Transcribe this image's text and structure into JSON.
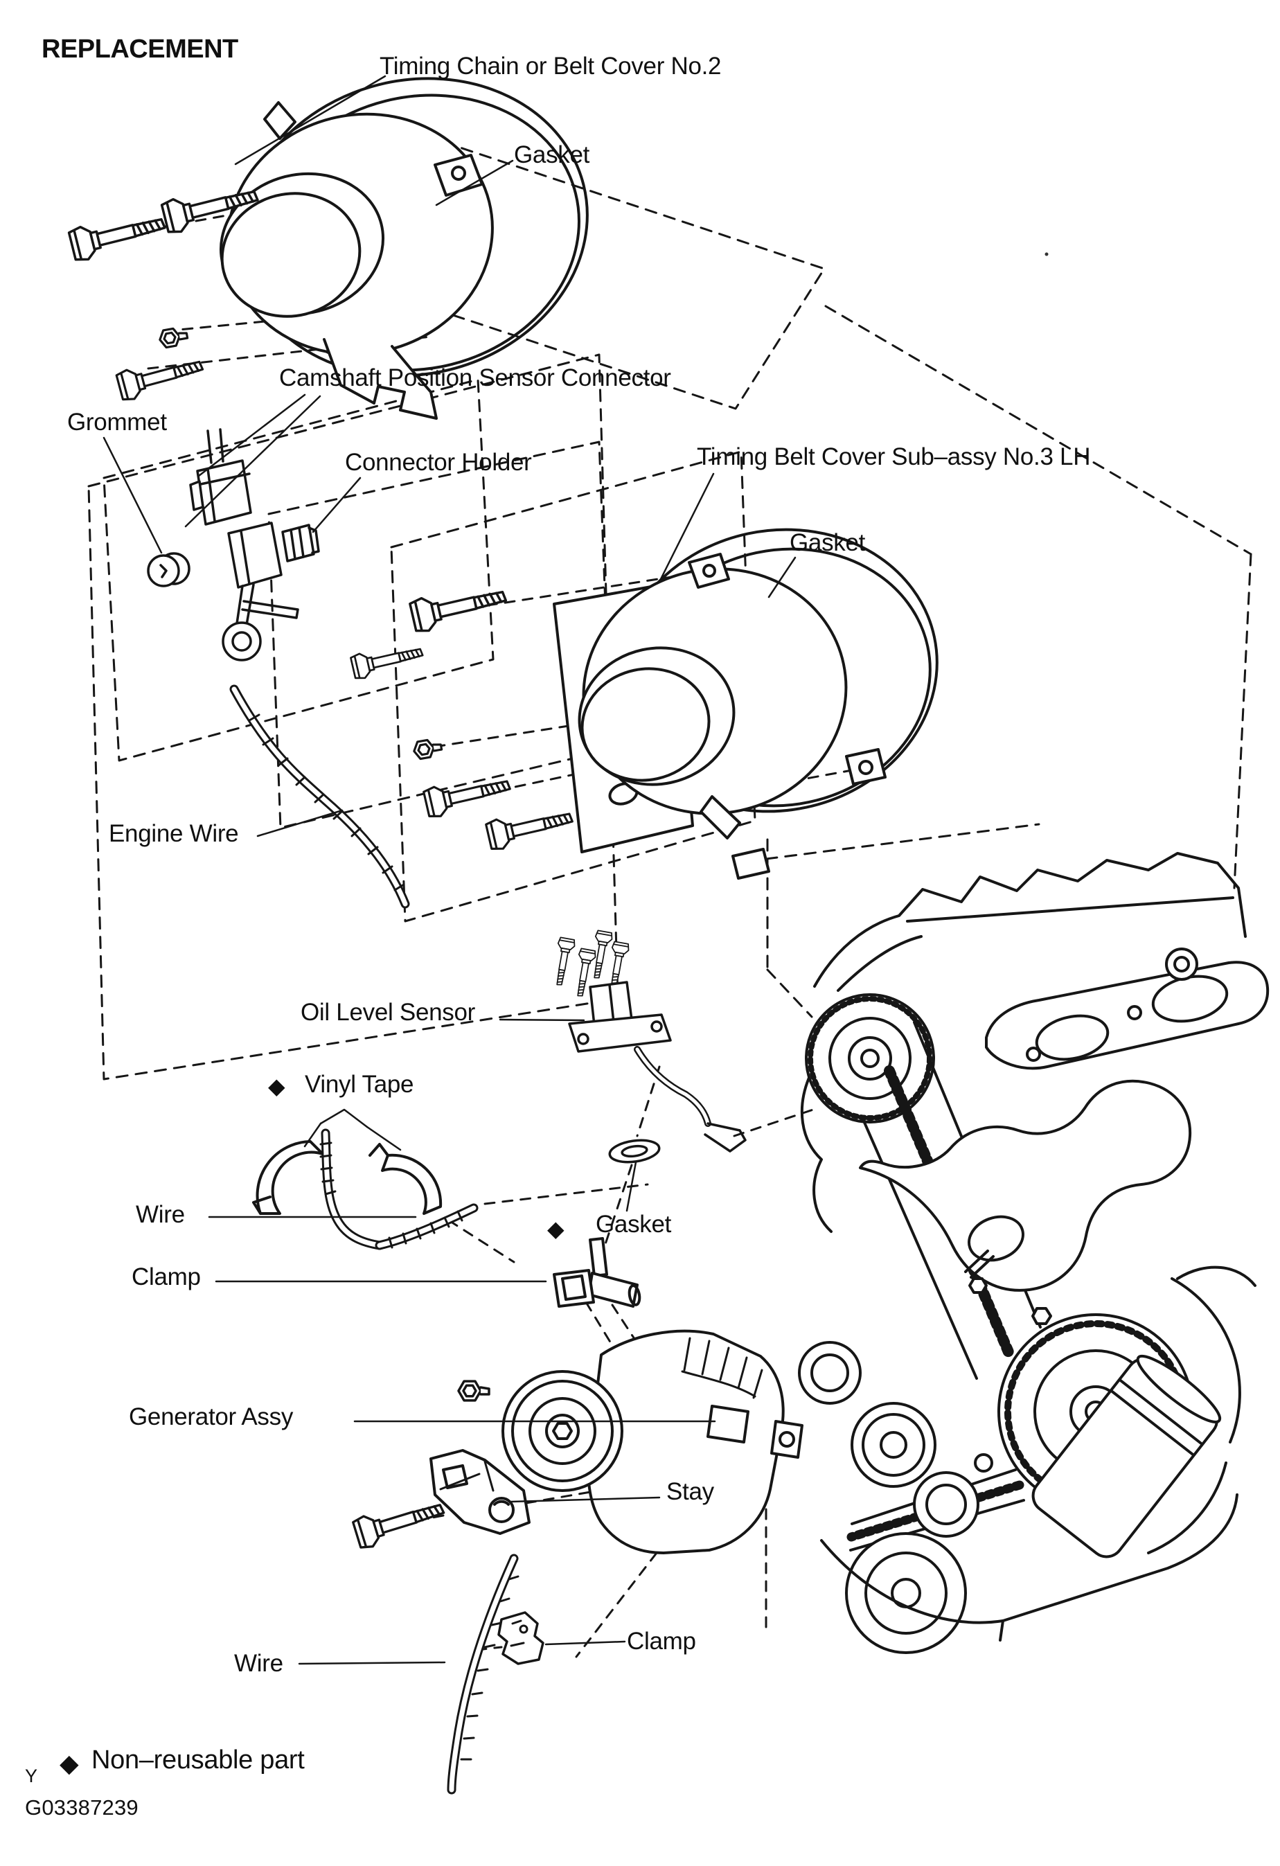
{
  "page": {
    "title": "REPLACEMENT",
    "figure_code": "G03387239"
  },
  "markers": {
    "diamond": "◆"
  },
  "labels": {
    "timing_chain_cover": "Timing Chain or Belt Cover No.2",
    "gasket_top": "Gasket",
    "camshaft_sensor_connector": "Camshaft Position Sensor Connector",
    "grommet": "Grommet",
    "connector_holder": "Connector Holder",
    "timing_belt_cover_sub_assy": "Timing Belt Cover Sub–assy No.3 LH",
    "gasket_mid": "Gasket",
    "engine_wire": "Engine Wire",
    "oil_level_sensor": "Oil Level Sensor",
    "vinyl_tape": "Vinyl Tape",
    "wire_upper": "Wire",
    "gasket_small": "Gasket",
    "clamp_upper": "Clamp",
    "generator_assy": "Generator Assy",
    "stay": "Stay",
    "wire_lower": "Wire",
    "clamp_lower": "Clamp"
  },
  "footer": {
    "symbol_letter": "Y",
    "legend_text": "Non–reusable part"
  }
}
